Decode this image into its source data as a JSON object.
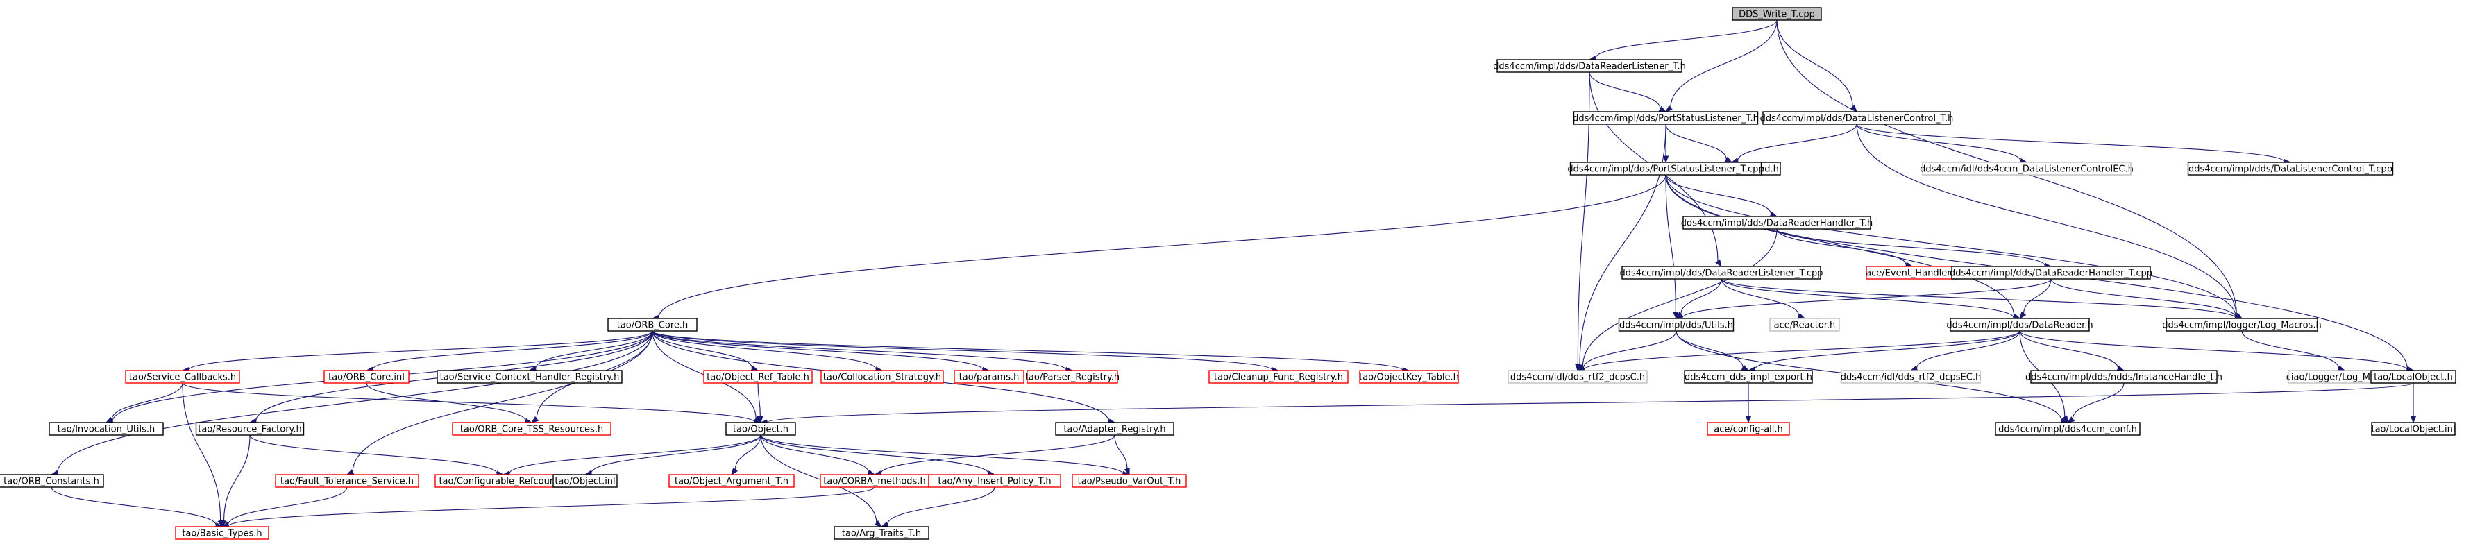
{
  "colors": {
    "edge": "#191970",
    "node_fill": "#ffffff",
    "root_fill": "#bfbfbf",
    "border_documented": "#000000",
    "border_undocumented": "#ff0000",
    "border_external": "#bfbfbf"
  },
  "nodes": [
    {
      "id": "root",
      "label": "DDS_Write_T.cpp",
      "kind": "root"
    },
    {
      "id": "drl_h",
      "label": "dds4ccm/impl/dds/DataReaderListener_T.h",
      "kind": "documented"
    },
    {
      "id": "dlc_h",
      "label": "dds4ccm/impl/dds/DataListenerControl_T.h",
      "kind": "documented"
    },
    {
      "id": "psl_h",
      "label": "dds4ccm/impl/dds/PortStatusListener_T.h",
      "kind": "documented"
    },
    {
      "id": "copy_disabled",
      "label": "ace/Copy_Disabled.h",
      "kind": "documented"
    },
    {
      "id": "dlc_idl",
      "label": "dds4ccm/idl/dds4ccm_DataListenerControlEC.h",
      "kind": "external"
    },
    {
      "id": "dlc_cpp",
      "label": "dds4ccm/impl/dds/DataListenerControl_T.cpp",
      "kind": "documented"
    },
    {
      "id": "psl_cpp",
      "label": "dds4ccm/impl/dds/PortStatusListener_T.cpp",
      "kind": "documented"
    },
    {
      "id": "drh_h",
      "label": "dds4ccm/impl/dds/DataReaderHandler_T.h",
      "kind": "documented"
    },
    {
      "id": "event_handler",
      "label": "ace/Event_Handler.h",
      "kind": "undocumented"
    },
    {
      "id": "drl_cpp",
      "label": "dds4ccm/impl/dds/DataReaderListener_T.cpp",
      "kind": "documented"
    },
    {
      "id": "drh_cpp",
      "label": "dds4ccm/impl/dds/DataReaderHandler_T.cpp",
      "kind": "documented"
    },
    {
      "id": "orb_core",
      "label": "tao/ORB_Core.h",
      "kind": "documented"
    },
    {
      "id": "utils",
      "label": "dds4ccm/impl/dds/Utils.h",
      "kind": "documented"
    },
    {
      "id": "reactor",
      "label": "ace/Reactor.h",
      "kind": "external"
    },
    {
      "id": "data_reader",
      "label": "dds4ccm/impl/dds/DataReader.h",
      "kind": "documented"
    },
    {
      "id": "log_macros",
      "label": "dds4ccm/impl/logger/Log_Macros.h",
      "kind": "documented"
    },
    {
      "id": "service_callbacks",
      "label": "tao/Service_Callbacks.h",
      "kind": "undocumented"
    },
    {
      "id": "orb_core_inl",
      "label": "tao/ORB_Core.inl",
      "kind": "undocumented"
    },
    {
      "id": "sch_registry",
      "label": "tao/Service_Context_Handler_Registry.h",
      "kind": "documented"
    },
    {
      "id": "obj_ref_table",
      "label": "tao/Object_Ref_Table.h",
      "kind": "undocumented"
    },
    {
      "id": "collocation",
      "label": "tao/Collocation_Strategy.h",
      "kind": "undocumented"
    },
    {
      "id": "params",
      "label": "tao/params.h",
      "kind": "undocumented"
    },
    {
      "id": "parser_registry",
      "label": "tao/Parser_Registry.h",
      "kind": "undocumented"
    },
    {
      "id": "cleanup_registry",
      "label": "tao/Cleanup_Func_Registry.h",
      "kind": "undocumented"
    },
    {
      "id": "objectkey_table",
      "label": "tao/ObjectKey_Table.h",
      "kind": "undocumented"
    },
    {
      "id": "rtf2_dcpsC",
      "label": "dds4ccm/idl/dds_rtf2_dcpsC.h",
      "kind": "external"
    },
    {
      "id": "dds_impl_export",
      "label": "dds4ccm_dds_impl_export.h",
      "kind": "documented"
    },
    {
      "id": "rtf2_dcpsEC",
      "label": "dds4ccm/idl/dds_rtf2_dcpsEC.h",
      "kind": "external"
    },
    {
      "id": "instance_handle",
      "label": "dds4ccm/impl/dds/ndds/InstanceHandle_t.h",
      "kind": "documented"
    },
    {
      "id": "ciao_log",
      "label": "ciao/Logger/Log_Macros.h",
      "kind": "external"
    },
    {
      "id": "local_object",
      "label": "tao/LocalObject.h",
      "kind": "documented"
    },
    {
      "id": "invocation_utils",
      "label": "tao/Invocation_Utils.h",
      "kind": "documented"
    },
    {
      "id": "resource_factory",
      "label": "tao/Resource_Factory.h",
      "kind": "documented"
    },
    {
      "id": "orb_core_tss",
      "label": "tao/ORB_Core_TSS_Resources.h",
      "kind": "undocumented"
    },
    {
      "id": "object_h",
      "label": "tao/Object.h",
      "kind": "documented"
    },
    {
      "id": "adapter_registry",
      "label": "tao/Adapter_Registry.h",
      "kind": "documented"
    },
    {
      "id": "config_all",
      "label": "ace/config-all.h",
      "kind": "undocumented"
    },
    {
      "id": "dds4ccm_conf",
      "label": "dds4ccm/impl/dds4ccm_conf.h",
      "kind": "documented"
    },
    {
      "id": "local_object_inl",
      "label": "tao/LocalObject.inl",
      "kind": "documented"
    },
    {
      "id": "orb_constants",
      "label": "tao/ORB_Constants.h",
      "kind": "documented"
    },
    {
      "id": "fault_tolerance",
      "label": "tao/Fault_Tolerance_Service.h",
      "kind": "undocumented"
    },
    {
      "id": "configurable_refcount",
      "label": "tao/Configurable_Refcount.h",
      "kind": "undocumented"
    },
    {
      "id": "object_inl",
      "label": "tao/Object.inl",
      "kind": "documented"
    },
    {
      "id": "object_argument",
      "label": "tao/Object_Argument_T.h",
      "kind": "undocumented"
    },
    {
      "id": "corba_methods",
      "label": "tao/CORBA_methods.h",
      "kind": "undocumented"
    },
    {
      "id": "any_insert",
      "label": "tao/Any_Insert_Policy_T.h",
      "kind": "undocumented"
    },
    {
      "id": "pseudo_varout",
      "label": "tao/Pseudo_VarOut_T.h",
      "kind": "undocumented"
    },
    {
      "id": "basic_types",
      "label": "tao/Basic_Types.h",
      "kind": "undocumented"
    },
    {
      "id": "arg_traits",
      "label": "tao/Arg_Traits_T.h",
      "kind": "documented"
    }
  ],
  "edges": [
    [
      "root",
      "drl_h"
    ],
    [
      "root",
      "psl_h"
    ],
    [
      "root",
      "dlc_h"
    ],
    [
      "root",
      "log_macros"
    ],
    [
      "drl_h",
      "psl_h"
    ],
    [
      "drl_h",
      "drl_cpp"
    ],
    [
      "drl_h",
      "rtf2_dcpsC"
    ],
    [
      "psl_h",
      "copy_disabled"
    ],
    [
      "psl_h",
      "psl_cpp"
    ],
    [
      "psl_h",
      "rtf2_dcpsC"
    ],
    [
      "dlc_h",
      "copy_disabled"
    ],
    [
      "dlc_h",
      "dlc_idl"
    ],
    [
      "dlc_h",
      "dlc_cpp"
    ],
    [
      "dlc_h",
      "log_macros"
    ],
    [
      "psl_cpp",
      "orb_core"
    ],
    [
      "psl_cpp",
      "drh_h"
    ],
    [
      "psl_cpp",
      "utils"
    ],
    [
      "psl_cpp",
      "log_macros"
    ],
    [
      "psl_cpp",
      "local_object"
    ],
    [
      "psl_cpp",
      "data_reader"
    ],
    [
      "drh_h",
      "event_handler"
    ],
    [
      "drh_h",
      "drh_cpp"
    ],
    [
      "drh_h",
      "rtf2_dcpsC"
    ],
    [
      "drl_cpp",
      "utils"
    ],
    [
      "drl_cpp",
      "reactor"
    ],
    [
      "drl_cpp",
      "data_reader"
    ],
    [
      "drl_cpp",
      "log_macros"
    ],
    [
      "drh_cpp",
      "utils"
    ],
    [
      "drh_cpp",
      "data_reader"
    ],
    [
      "drh_cpp",
      "log_macros"
    ],
    [
      "utils",
      "rtf2_dcpsC"
    ],
    [
      "utils",
      "dds_impl_export"
    ],
    [
      "utils",
      "dds4ccm_conf"
    ],
    [
      "data_reader",
      "rtf2_dcpsC"
    ],
    [
      "data_reader",
      "dds_impl_export"
    ],
    [
      "data_reader",
      "rtf2_dcpsEC"
    ],
    [
      "data_reader",
      "instance_handle"
    ],
    [
      "data_reader",
      "dds4ccm_conf"
    ],
    [
      "data_reader",
      "local_object"
    ],
    [
      "log_macros",
      "ciao_log"
    ],
    [
      "dds_impl_export",
      "config_all"
    ],
    [
      "instance_handle",
      "dds4ccm_conf"
    ],
    [
      "local_object",
      "object_h"
    ],
    [
      "local_object",
      "local_object_inl"
    ],
    [
      "orb_core",
      "service_callbacks"
    ],
    [
      "orb_core",
      "orb_core_inl"
    ],
    [
      "orb_core",
      "sch_registry"
    ],
    [
      "orb_core",
      "obj_ref_table"
    ],
    [
      "orb_core",
      "collocation"
    ],
    [
      "orb_core",
      "params"
    ],
    [
      "orb_core",
      "parser_registry"
    ],
    [
      "orb_core",
      "cleanup_registry"
    ],
    [
      "orb_core",
      "objectkey_table"
    ],
    [
      "orb_core",
      "invocation_utils"
    ],
    [
      "orb_core",
      "resource_factory"
    ],
    [
      "orb_core",
      "orb_core_tss"
    ],
    [
      "orb_core",
      "object_h"
    ],
    [
      "orb_core",
      "adapter_registry"
    ],
    [
      "orb_core",
      "orb_constants"
    ],
    [
      "orb_core",
      "fault_tolerance"
    ],
    [
      "service_callbacks",
      "invocation_utils"
    ],
    [
      "service_callbacks",
      "object_h"
    ],
    [
      "service_callbacks",
      "basic_types"
    ],
    [
      "orb_core_inl",
      "orb_core_tss"
    ],
    [
      "obj_ref_table",
      "object_h"
    ],
    [
      "resource_factory",
      "configurable_refcount"
    ],
    [
      "resource_factory",
      "basic_types"
    ],
    [
      "adapter_registry",
      "corba_methods"
    ],
    [
      "adapter_registry",
      "pseudo_varout"
    ],
    [
      "object_h",
      "configurable_refcount"
    ],
    [
      "object_h",
      "object_inl"
    ],
    [
      "object_h",
      "object_argument"
    ],
    [
      "object_h",
      "corba_methods"
    ],
    [
      "object_h",
      "any_insert"
    ],
    [
      "object_h",
      "pseudo_varout"
    ],
    [
      "object_h",
      "arg_traits"
    ],
    [
      "corba_methods",
      "basic_types"
    ],
    [
      "any_insert",
      "arg_traits"
    ],
    [
      "orb_constants",
      "basic_types"
    ],
    [
      "fault_tolerance",
      "basic_types"
    ]
  ]
}
